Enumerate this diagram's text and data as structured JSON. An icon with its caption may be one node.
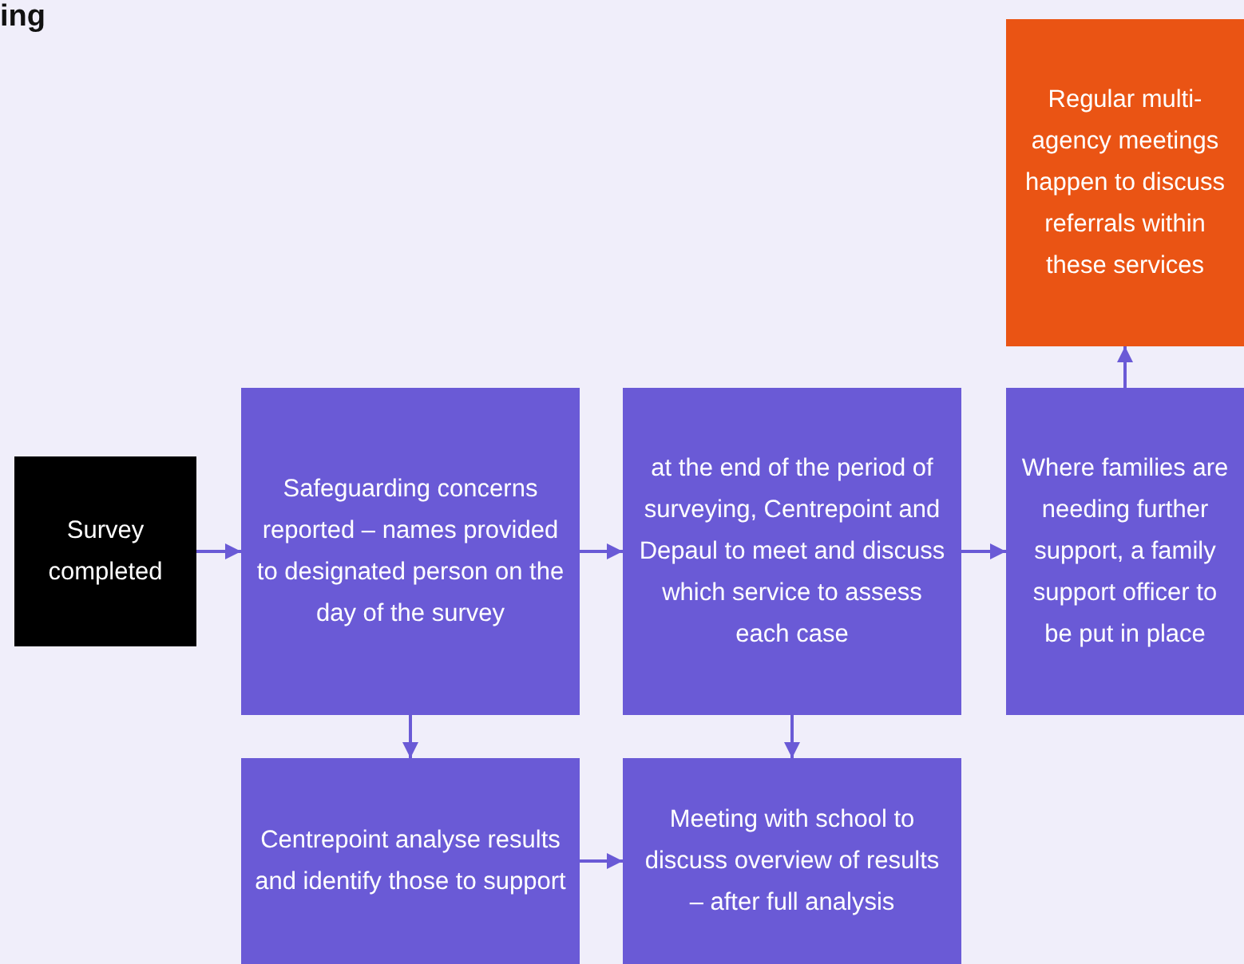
{
  "diagram": {
    "title": "ing",
    "nodes": [
      {
        "text": [
          "Survey completed"
        ]
      },
      {
        "text": [
          "Safeguarding concerns reported – names provided to designated person on the day of the survey"
        ]
      },
      {
        "text": [
          "at the end of the period of surveying, Centrepoint and Depaul to meet and discuss which service to assess each case"
        ]
      },
      {
        "text": [
          "Where families are needing further support, a family support officer to be put in place"
        ]
      },
      {
        "text": [
          "Regular multi-agency meetings happen to discuss referrals within these services"
        ]
      },
      {
        "text": [
          "Centrepoint analyse results and identify those to support"
        ]
      },
      {
        "text": [
          "Meeting with school to discuss overview of results – after full analysis"
        ]
      }
    ],
    "edges": [
      {
        "from": 0,
        "to": 1,
        "arrow": "to"
      },
      {
        "from": 1,
        "to": 2,
        "arrow": "to"
      },
      {
        "from": 2,
        "to": 3,
        "arrow": "to"
      },
      {
        "from": 3,
        "to": 4,
        "arrow": "to"
      },
      {
        "from": 1,
        "to": 5,
        "arrow": "to"
      },
      {
        "from": 2,
        "to": 6,
        "arrow": "to"
      },
      {
        "from": 5,
        "to": 6,
        "arrow": "to"
      }
    ]
  }
}
